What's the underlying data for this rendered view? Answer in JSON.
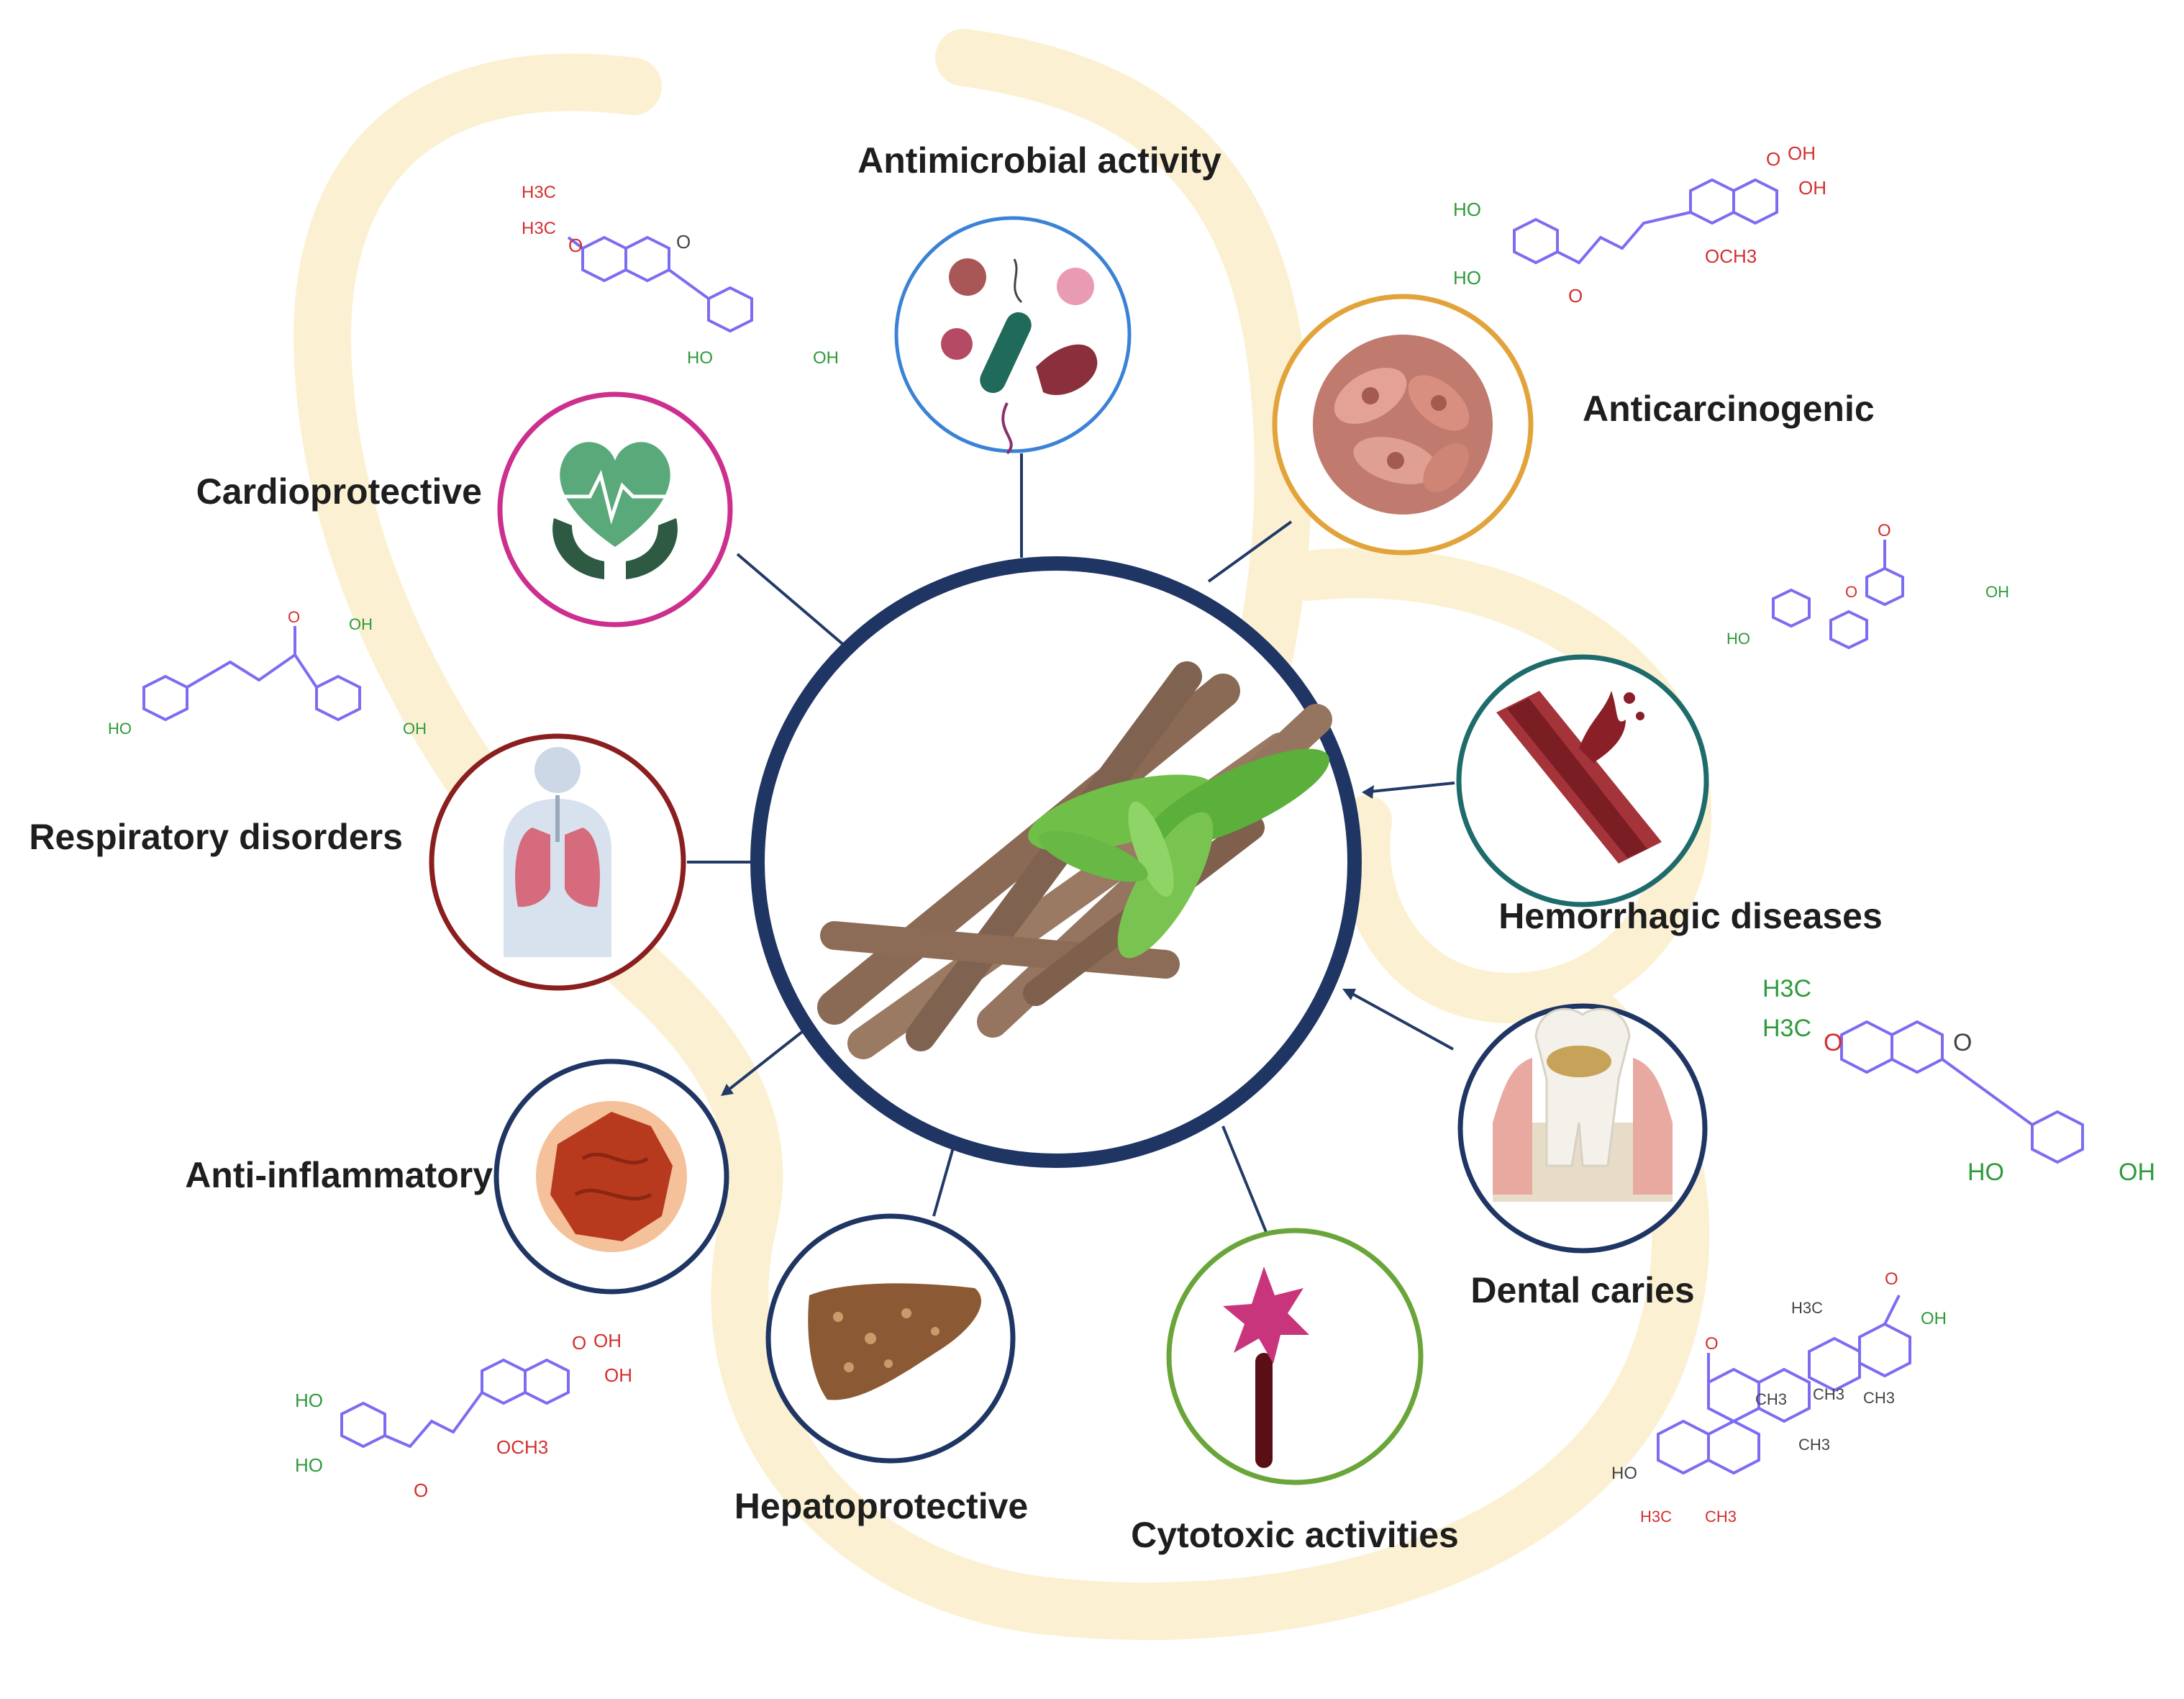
{
  "activities": {
    "antimicrobial": "Antimicrobial activity",
    "anticarcinogenic": "Anticarcinogenic",
    "cardioprotective": "Cardioprotective",
    "respiratory": "Respiratory disorders",
    "hemorrhagic": "Hemorrhagic diseases",
    "dental": "Dental caries",
    "anti_inflammatory": "Anti-inflammatory",
    "hepatoprotective": "Hepatoprotective",
    "cytotoxic": "Cytotoxic activities"
  },
  "chem": {
    "h3c": "H3C",
    "ch3": "CH3",
    "o": "O",
    "oh": "OH",
    "ho": "HO",
    "och3": "OCH3"
  },
  "colors": {
    "center_ring": "#1f3563",
    "antimicrobial_ring": "#3b82d6",
    "anticarcinogenic_ring": "#e2a33a",
    "cardioprotective_ring": "#cc2f8e",
    "respiratory_ring": "#8b1e1e",
    "hemorrhagic_ring": "#1e6b6b",
    "dental_ring": "#1f3563",
    "anti_inflammatory_ring": "#1f3563",
    "hepatoprotective_ring": "#1f3563",
    "cytotoxic_ring": "#6aa53a",
    "bond_color": "#7b6cf2",
    "heteroatom_red": "#d32f2f",
    "heteroatom_green": "#2e9a3a",
    "background_swirl": "#fbf1d2"
  },
  "icons": {
    "center": "licorice-root-icon",
    "antimicrobial": "microbes-icon",
    "anticarcinogenic": "cancer-cells-icon",
    "cardioprotective": "heart-hands-icon",
    "respiratory": "lungs-body-icon",
    "hemorrhagic": "bleeding-vessel-icon",
    "dental": "tooth-decay-icon",
    "anti_inflammatory": "inflamed-tissue-icon",
    "hepatoprotective": "liver-icon",
    "cytotoxic": "cytotoxic-cell-icon"
  }
}
